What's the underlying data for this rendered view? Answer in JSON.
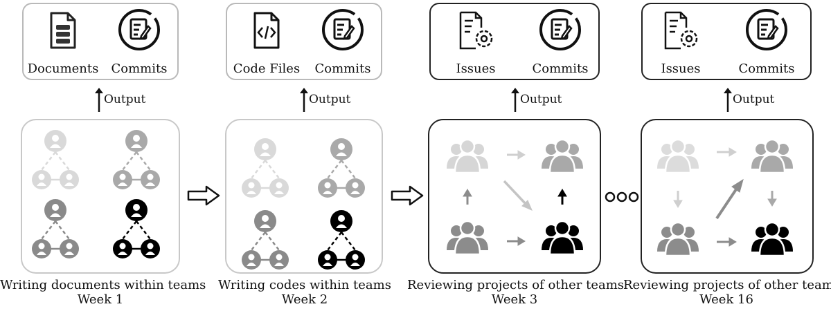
{
  "stages": [
    {
      "outputs": [
        {
          "label": "Documents",
          "icon": "document-icon"
        },
        {
          "label": "Commits",
          "icon": "commit-icon"
        }
      ],
      "output_label": "Output",
      "activity": "Writing documents within teams",
      "week": "Week 1"
    },
    {
      "outputs": [
        {
          "label": "Code Files",
          "icon": "code-file-icon"
        },
        {
          "label": "Commits",
          "icon": "commit-icon"
        }
      ],
      "output_label": "Output",
      "activity": "Writing codes within teams",
      "week": "Week 2"
    },
    {
      "outputs": [
        {
          "label": "Issues",
          "icon": "issue-icon"
        },
        {
          "label": "Commits",
          "icon": "commit-icon"
        }
      ],
      "output_label": "Output",
      "activity": "Reviewing projects of other teams",
      "week": "Week 3"
    },
    {
      "outputs": [
        {
          "label": "Issues",
          "icon": "issue-icon"
        },
        {
          "label": "Commits",
          "icon": "commit-icon"
        }
      ],
      "output_label": "Output",
      "activity": "Reviewing projects of other teams",
      "week": "Week 16"
    }
  ],
  "colors": {
    "team_lightest": "#d6d6d6",
    "team_light": "#a9a9a9",
    "team_mid": "#8c8c8c",
    "team_dark": "#000000"
  }
}
